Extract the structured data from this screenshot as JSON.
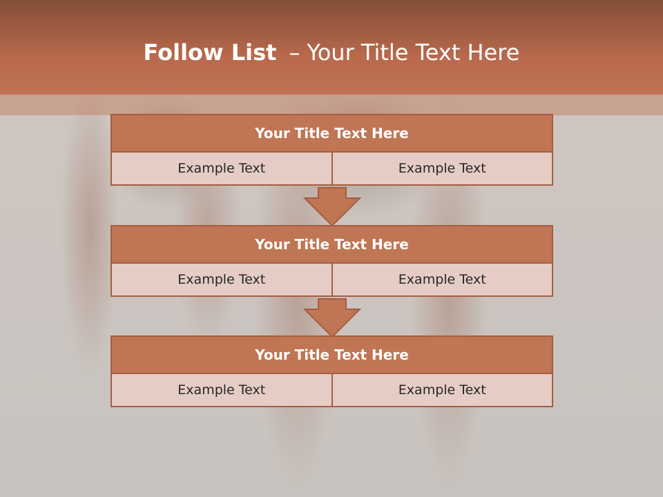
{
  "slide": {
    "title_bold": "Follow List",
    "title_dash": "–",
    "title_rest": "Your Title Text Here",
    "accent_color": "#c07654",
    "cell_color": "#e5cdc6",
    "border_color": "#a55c40"
  },
  "blocks": [
    {
      "title": "Your Title Text Here",
      "left_text": "Example Text",
      "right_text": "Example Text"
    },
    {
      "title": "Your Title Text Here",
      "left_text": "Example Text",
      "right_text": "Example Text"
    },
    {
      "title": "Your Title Text Here",
      "left_text": "Example Text",
      "right_text": "Example Text"
    }
  ]
}
